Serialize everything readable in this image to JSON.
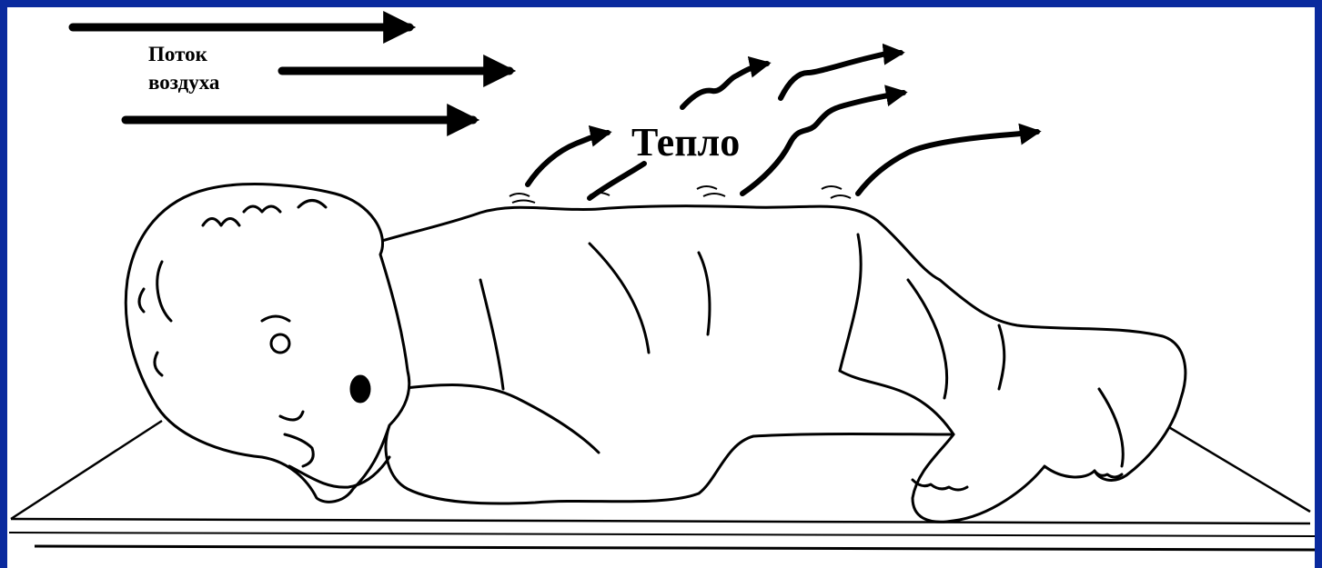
{
  "diagram": {
    "labels": {
      "air_flow": "Поток\nвоздуха",
      "heat": "Тепло"
    },
    "colors": {
      "border": "#0a2a9e",
      "background": "#ffffff",
      "ink": "#000000"
    },
    "icons": {
      "air_flow_arrows": "straight-arrow",
      "heat_arrows": "wavy-arrow",
      "subject": "infant-lying-on-side"
    }
  }
}
